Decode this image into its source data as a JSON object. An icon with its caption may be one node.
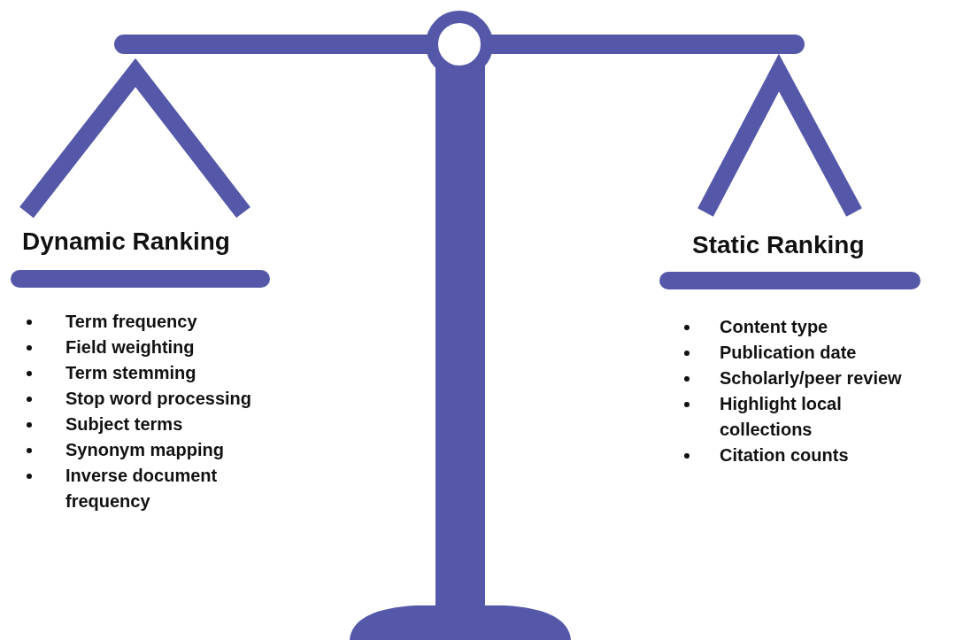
{
  "diagram": {
    "labels": [
      "Dynamic Ranking",
      "Term frequency",
      "Field weighting",
      "Term stemming",
      "Stop word processing",
      "Subject terms",
      "Synonym mapping",
      "Inverse document frequency",
      "Static Ranking",
      "Content type",
      "Publication date",
      "Scholarly/peer review",
      "Highlight local collections",
      "Citation counts"
    ]
  }
}
